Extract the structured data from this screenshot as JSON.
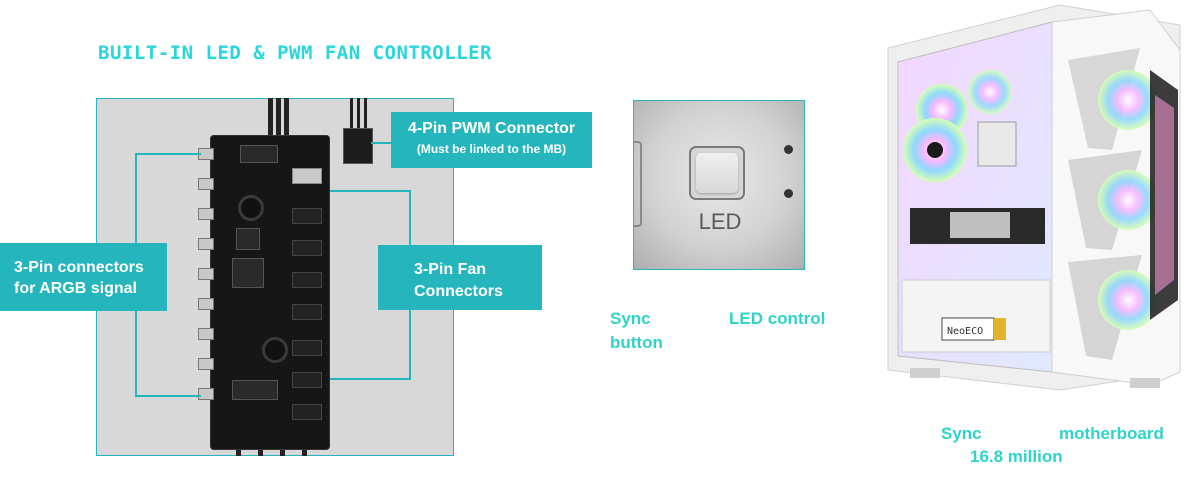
{
  "heading": "BUILT-IN LED & PWM FAN CONTROLLER",
  "labels": {
    "pwm_title": "4-Pin PWM Connector",
    "pwm_note": "(Must be linked to the MB)",
    "argb_line1": "3-Pin connectors",
    "argb_line2": "for ARGB signal",
    "fan_line1": "3-Pin Fan",
    "fan_line2": "Connectors"
  },
  "led_panel": {
    "button_label": "LED"
  },
  "captions": {
    "sync_word": "Sync",
    "button_word": "button",
    "led_control": "LED control",
    "case_sync": "Sync",
    "case_motherboard": "motherboard",
    "case_colors": "16.8 million"
  },
  "case": {
    "front_badge": "NeoECO"
  },
  "colors": {
    "accent": "#25b6bd",
    "heading": "#29d6dc",
    "caption": "#2ed3c9"
  }
}
